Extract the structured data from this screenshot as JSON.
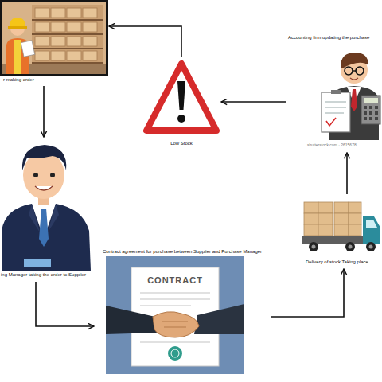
{
  "diagram": {
    "nodes": [
      {
        "text": [
          "r making order"
        ]
      },
      {
        "text": [
          "Low Stock"
        ]
      },
      {
        "text": [
          "Accounting firm updating the purchase"
        ]
      },
      {
        "text": [
          "ing Manager taking the order to Supplier"
        ]
      },
      {
        "text": [
          "Contract agreement for purchase between Supplier and Purchase Manager",
          "CONTRACT"
        ]
      },
      {
        "text": [
          "Delivery of stock Taking place"
        ]
      }
    ],
    "edges": [
      {
        "from": 1,
        "to": 0,
        "arrow": "to"
      },
      {
        "from": 0,
        "to": 3,
        "arrow": "to"
      },
      {
        "from": 3,
        "to": 4,
        "arrow": "to"
      },
      {
        "from": 4,
        "to": 5,
        "arrow": "to"
      },
      {
        "from": 5,
        "to": 2,
        "arrow": "to"
      },
      {
        "from": 2,
        "to": 1,
        "arrow": "to"
      }
    ],
    "labels": [
      "shutterstock.com · 2615678"
    ]
  }
}
